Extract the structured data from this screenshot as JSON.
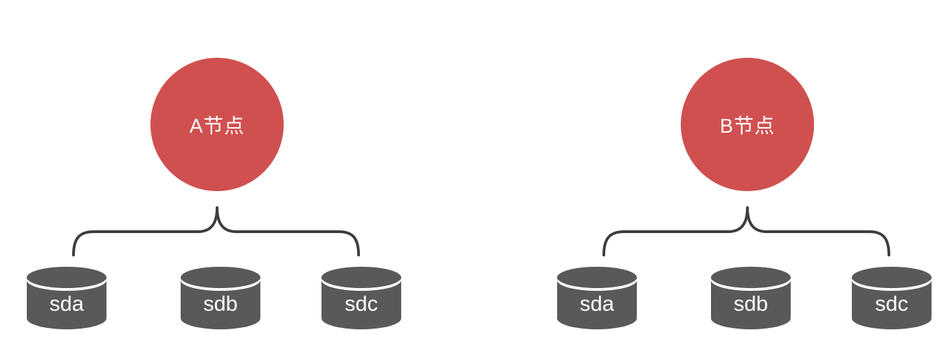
{
  "diagram": {
    "groups": [
      {
        "node_label": "A节点",
        "disks": [
          {
            "label": "sda"
          },
          {
            "label": "sdb"
          },
          {
            "label": "sdc"
          }
        ]
      },
      {
        "node_label": "B节点",
        "disks": [
          {
            "label": "sda"
          },
          {
            "label": "sdb"
          },
          {
            "label": "sdc"
          }
        ]
      }
    ],
    "colors": {
      "node_fill": "#d05050",
      "disk_fill": "#595959",
      "brace_stroke": "#3d3d3d",
      "label_text": "#ffffff",
      "background": "#ffffff"
    }
  }
}
